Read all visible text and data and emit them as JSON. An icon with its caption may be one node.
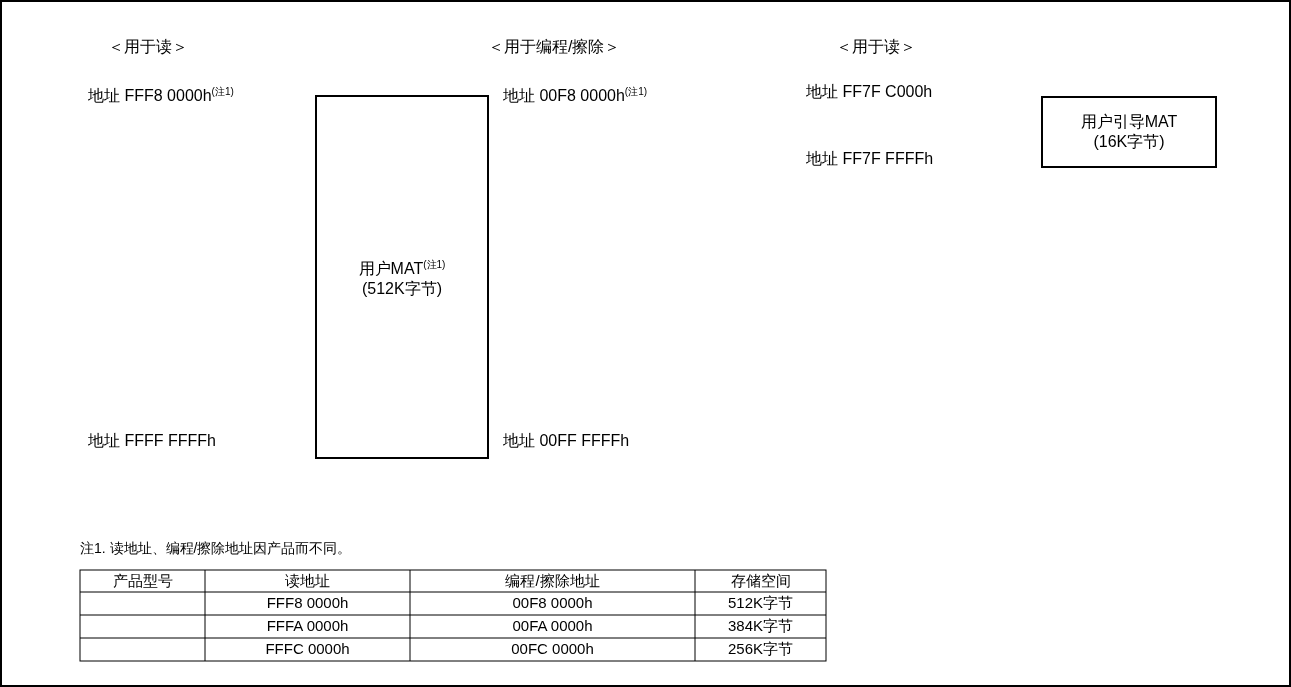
{
  "diagram": {
    "nodes": [
      {
        "text": [
          "用户MAT$^{(注1)}$ (512K字节)"
        ]
      },
      {
        "text": [
          "用户引导MAT (16K字节)"
        ]
      }
    ],
    "edges": [],
    "labels": [
      "＜用于读＞",
      "＜用于编程/擦除＞",
      "＜用于读＞",
      "地址 FFF8 0000h$^{(注1)}$",
      "地址 00F8 0000h$^{(注1)}$",
      "地址 FF7F C000h",
      "地址 FF7F FFFFh",
      "地址 FFFF FFFFh",
      "地址 00FF FFFFh",
      "注1.  读地址、编程/擦除地址因产品而不同。",
      "产品型号",
      "读地址",
      "编程/擦除地址",
      "存储空间",
      "FFF8 0000h",
      "00F8 0000h",
      "512K字节",
      "FFFA 0000h",
      "00FA 0000h",
      "384K字节",
      "FFFC 0000h",
      "00FC 0000h",
      "256K字节"
    ]
  }
}
